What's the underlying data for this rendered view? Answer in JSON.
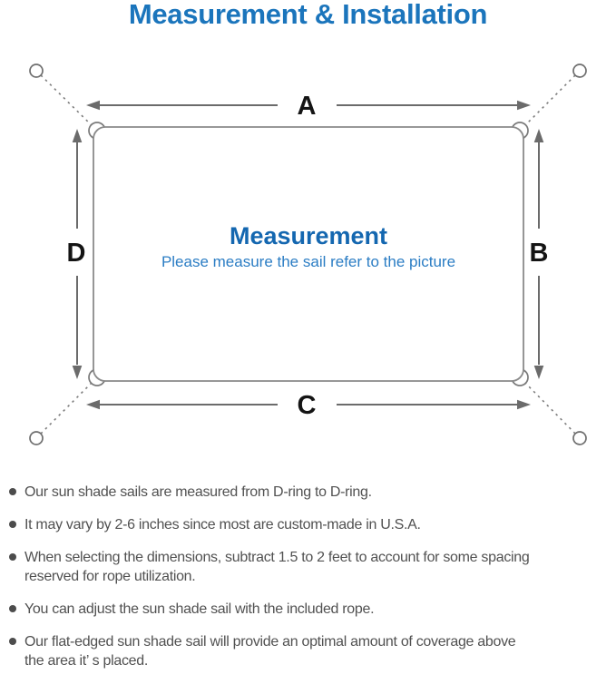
{
  "page": {
    "title": "Measurement & Installation"
  },
  "diagram": {
    "center_title": "Measurement",
    "center_subtitle": "Please measure the sail refer to the picture",
    "dimension_labels": {
      "top": "A",
      "right": "B",
      "bottom": "C",
      "left": "D"
    }
  },
  "notes": [
    "Our sun shade sails are measured from D-ring to D-ring.",
    "It may vary by 2-6 inches since most are custom-made in U.S.A.",
    "When selecting the dimensions, subtract 1.5 to 2 feet to account for some spacing\nreserved for rope utilization.",
    "You can adjust the sun shade sail with the included rope.",
    "Our flat-edged sun shade sail will provide an optimal amount of coverage above\nthe area it’ s placed."
  ],
  "colors": {
    "title_blue": "#1b75bc",
    "center_title_blue": "#1467b0",
    "center_subtitle_blue": "#2b7dc4",
    "line_gray": "#7d7d7d",
    "arrow_gray": "#6b6b6b",
    "label_black": "#141414",
    "note_gray": "#515151"
  }
}
